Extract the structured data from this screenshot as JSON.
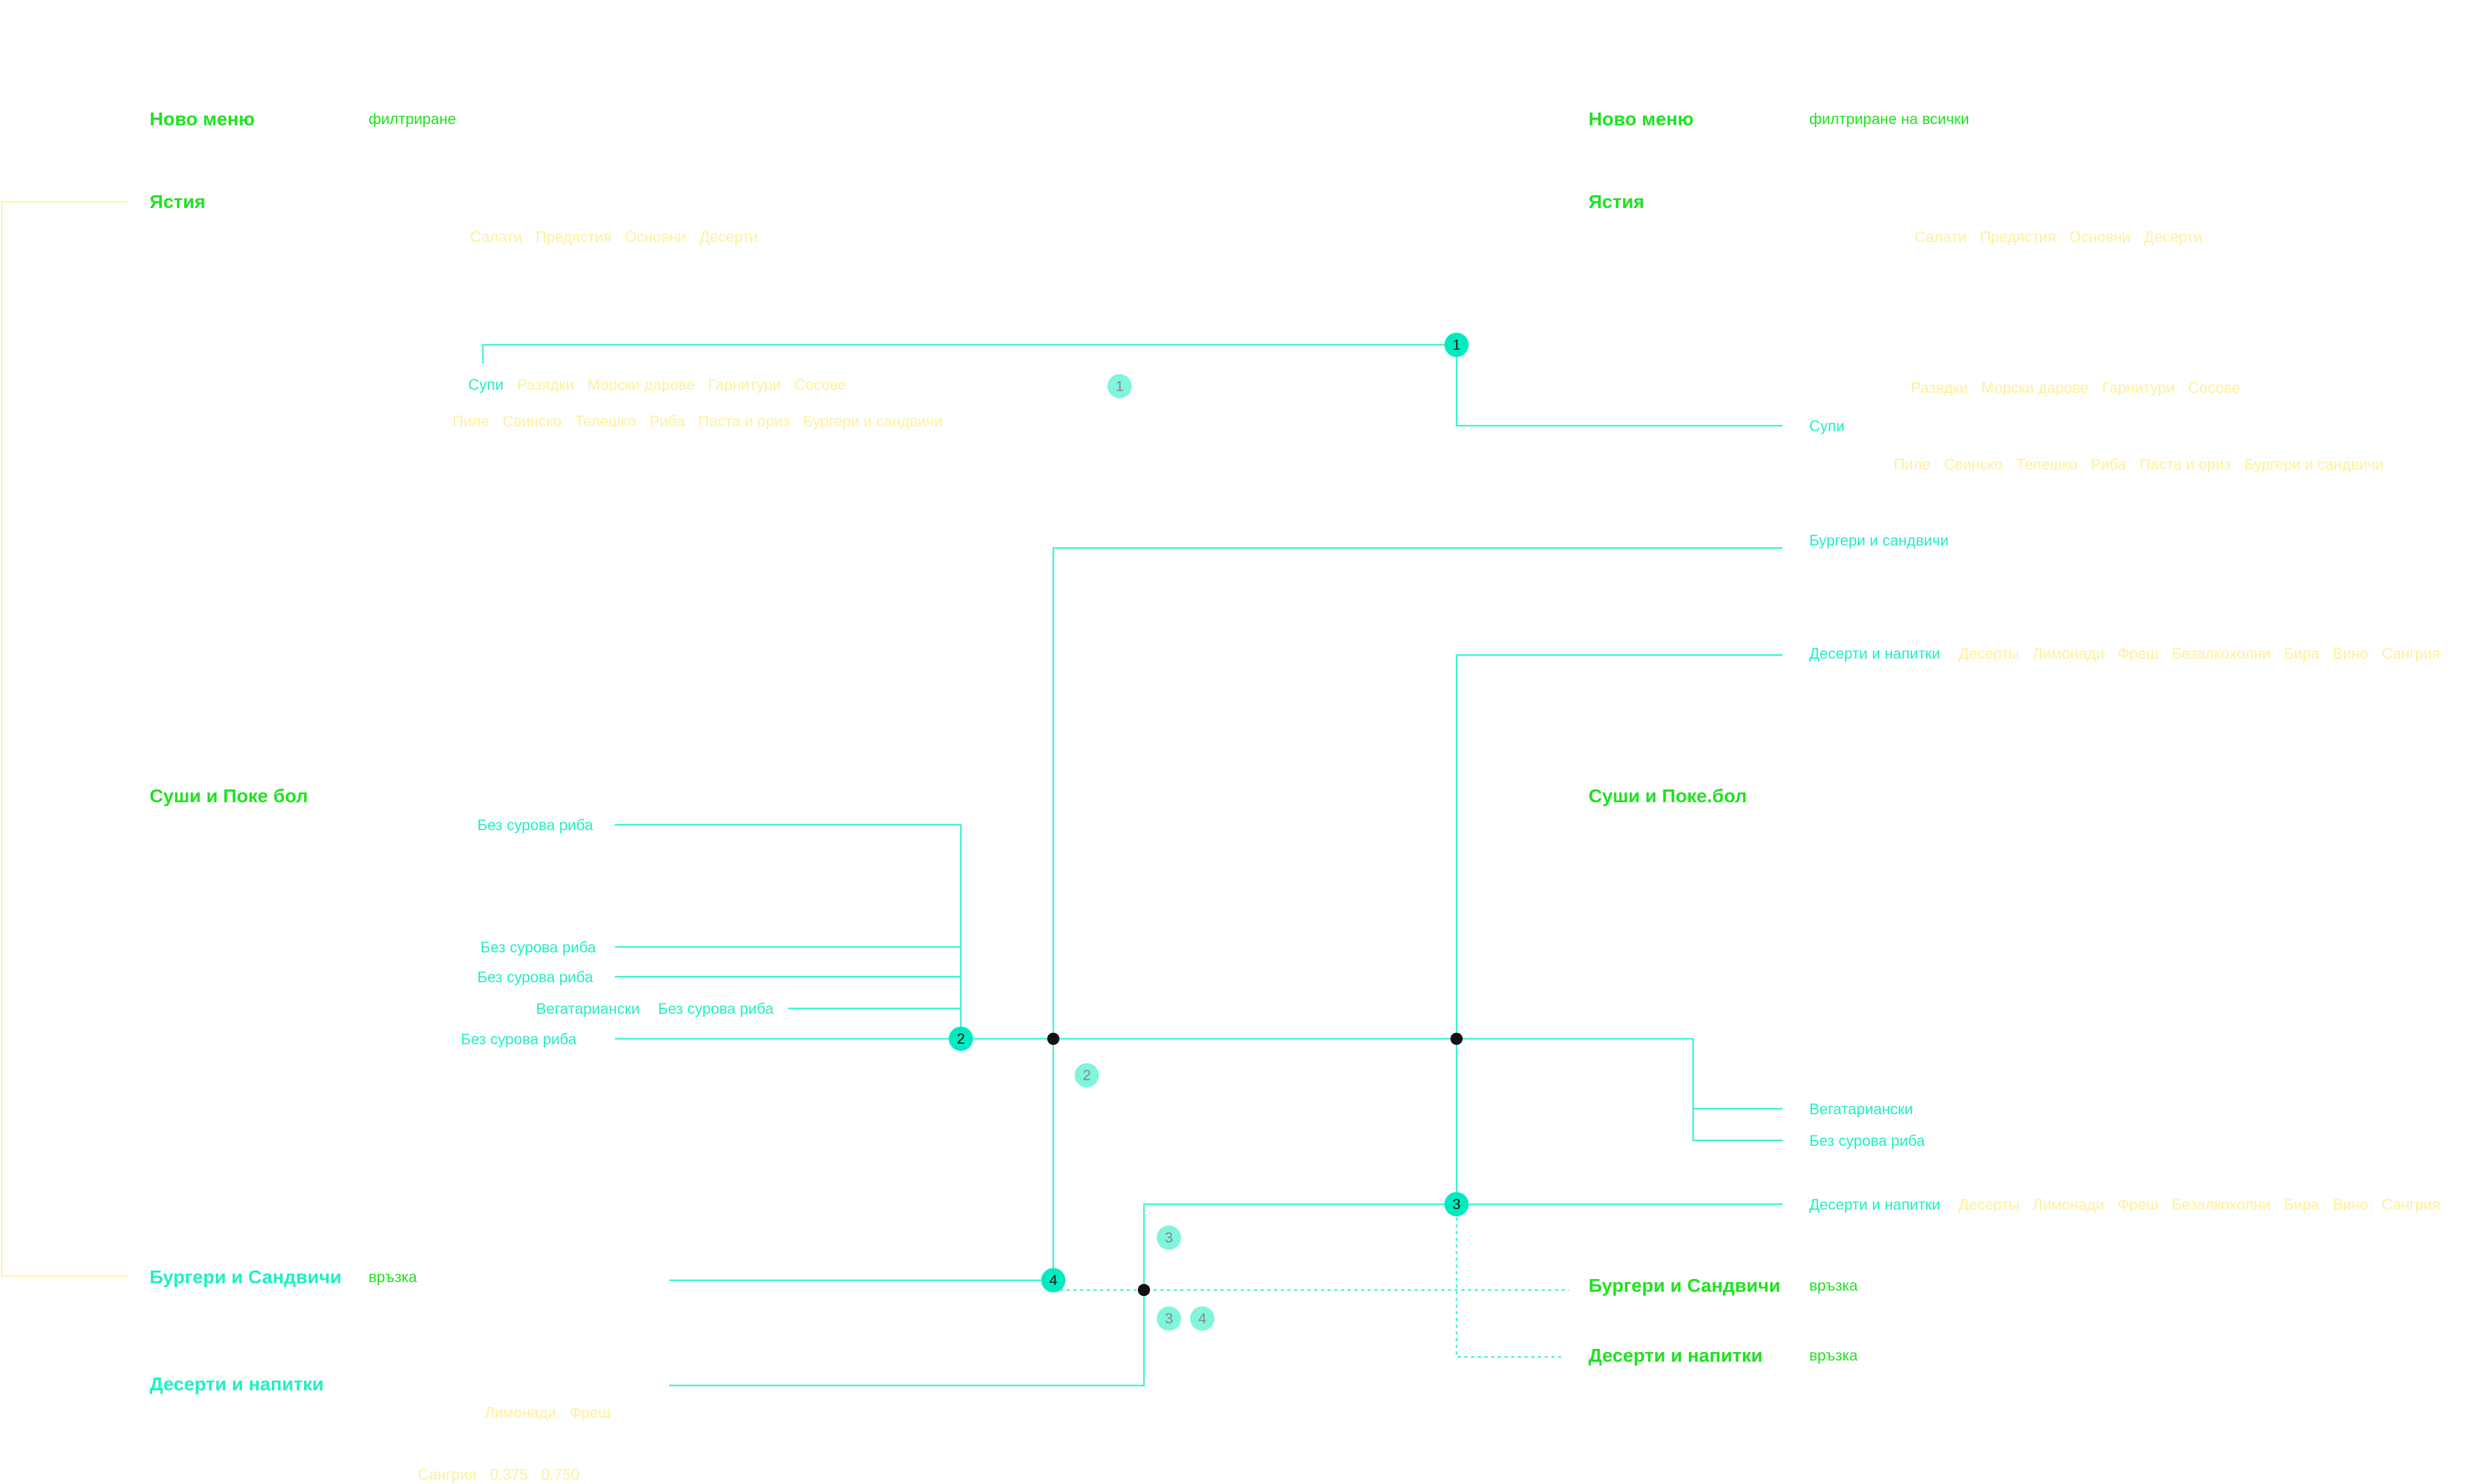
{
  "colors": {
    "title": "#1fe31f",
    "link": "#1ff0c4",
    "option": "#fff09a",
    "node": "#00ecc0",
    "junction": "#111111"
  },
  "left": {
    "title": "Ново меню",
    "filter": "филтриране",
    "section_food": "Ястия",
    "row1": [
      "Салати",
      "Предястия",
      "Основни",
      "Десерти"
    ],
    "row2_active": "Супи",
    "row2": [
      "Разядки",
      "Морски дарове",
      "Гарнитури",
      "Сосове"
    ],
    "row3": [
      "Пиле",
      "Свинско",
      "Телешко",
      "Риба",
      "Паста и ориз",
      "Бургери и сандвичи"
    ],
    "section_sushi": "Суши и Поке бол",
    "sushi_items": [
      "Без сурова риба",
      "Без сурова риба",
      "Без сурова риба",
      "Вегатариански",
      "Без сурова риба",
      "Без сурова риба"
    ],
    "section_burgers": "Бургери и Сандвичи",
    "burgers_link": "връзка",
    "section_desserts": "Десерти и напитки",
    "desserts_row1": [
      "Лимонади",
      "Фреш"
    ],
    "desserts_row2": [
      "Сангрия",
      "0,375",
      "0,750"
    ]
  },
  "right": {
    "title": "Ново меню",
    "filter": "филтриране на всички",
    "section_food": "Ястия",
    "row1": [
      "Салати",
      "Предястия",
      "Основни",
      "Десерти"
    ],
    "row2": [
      "Разядки",
      "Морски дарове",
      "Гарнитури",
      "Сосове"
    ],
    "soups": "Супи",
    "row3": [
      "Пиле",
      "Свинско",
      "Телешко",
      "Риба",
      "Паста и ориз",
      "Бургери и сандвичи"
    ],
    "burgers_link": "Бургери и сандвичи",
    "desserts_link_1": "Десерти и напитки",
    "desserts_options": [
      "Десерты",
      "Лимонади",
      "Фреш",
      "Безалкохолни",
      "Бира",
      "Вино",
      "Сангрия"
    ],
    "section_sushi": "Суши и Поке.бол",
    "veg": "Вегатариански",
    "no_raw_fish": "Без сурова риба",
    "desserts_link_2": "Десерти и напитки",
    "section_burgers": "Бургери и Сандвичи",
    "burgers_rel": "връзка",
    "section_desserts": "Десерти и напитки",
    "desserts_rel": "връзка"
  },
  "markers": {
    "n1": "1",
    "n2": "2",
    "n3": "3",
    "n4": "4"
  }
}
